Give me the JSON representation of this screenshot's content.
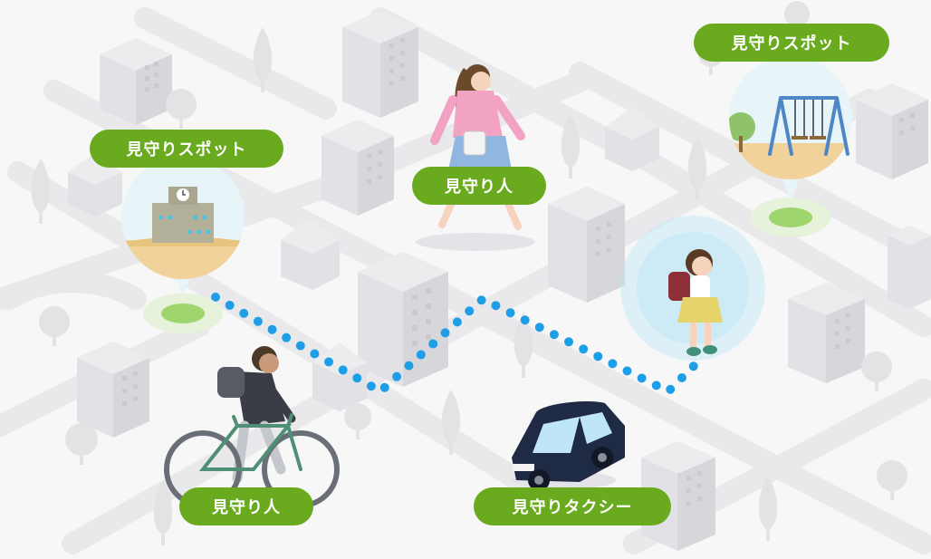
{
  "labels": {
    "spot_left": "見守りスポット",
    "spot_right": "見守りスポット",
    "walker": "見守り人",
    "cyclist": "見守り人",
    "taxi": "見守りタクシー"
  },
  "colors": {
    "label_green": "#6aaa1e",
    "path_blue": "#1e9ee6",
    "ground": "#f7f7f8",
    "road": "#e9e9ec",
    "building": "#dcdce0",
    "tree": "#e3e3e6",
    "zone_green": "#9fd56e",
    "child_glow": "#bfe6f7"
  },
  "icons": [
    "school-icon",
    "swing-icon",
    "bicycle-icon",
    "taxi-car-icon",
    "child-icon",
    "walker-icon"
  ]
}
